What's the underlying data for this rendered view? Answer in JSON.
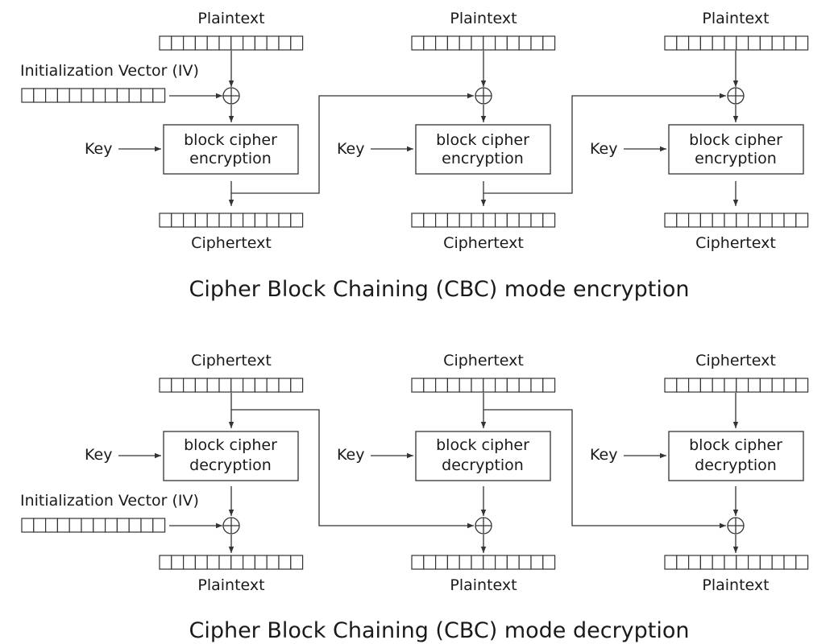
{
  "encryption": {
    "title": "Cipher Block Chaining (CBC) mode encryption",
    "plaintext_label": "Plaintext",
    "ciphertext_label": "Ciphertext",
    "key_label": "Key",
    "iv_label": "Initialization Vector (IV)",
    "block_line1": "block cipher",
    "block_line2": "encryption"
  },
  "decryption": {
    "title": "Cipher Block Chaining (CBC) mode decryption",
    "plaintext_label": "Plaintext",
    "ciphertext_label": "Ciphertext",
    "key_label": "Key",
    "iv_label": "Initialization Vector (IV)",
    "block_line1": "block cipher",
    "block_line2": "decryption"
  },
  "block_cells": 12,
  "stage_count": 3
}
